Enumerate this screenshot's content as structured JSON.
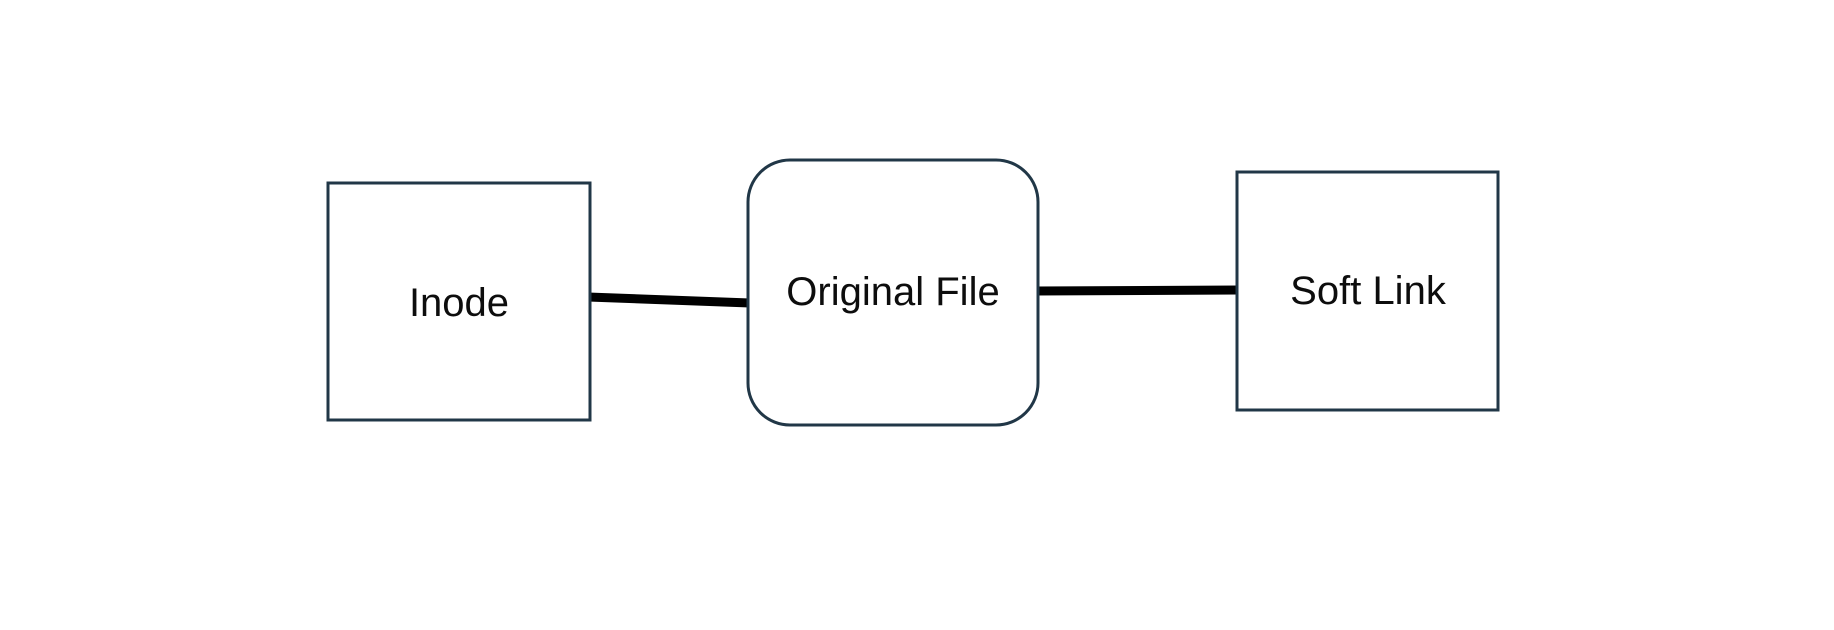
{
  "diagram": {
    "background_color": "#ffffff",
    "colors": {
      "node_fill": "#ffffff",
      "node_border": "#213747",
      "connector": "#000000",
      "label_text": "#0d0d0d"
    },
    "nodes": [
      {
        "id": "inode",
        "label": "Inode",
        "shape": "square"
      },
      {
        "id": "original-file",
        "label": "Original File",
        "shape": "rounded-rectangle"
      },
      {
        "id": "soft-link",
        "label": "Soft Link",
        "shape": "square"
      }
    ],
    "connectors": [
      {
        "from": "inode",
        "to": "original-file",
        "style": "thick-solid-line"
      },
      {
        "from": "original-file",
        "to": "soft-link",
        "style": "thick-solid-line"
      }
    ]
  }
}
